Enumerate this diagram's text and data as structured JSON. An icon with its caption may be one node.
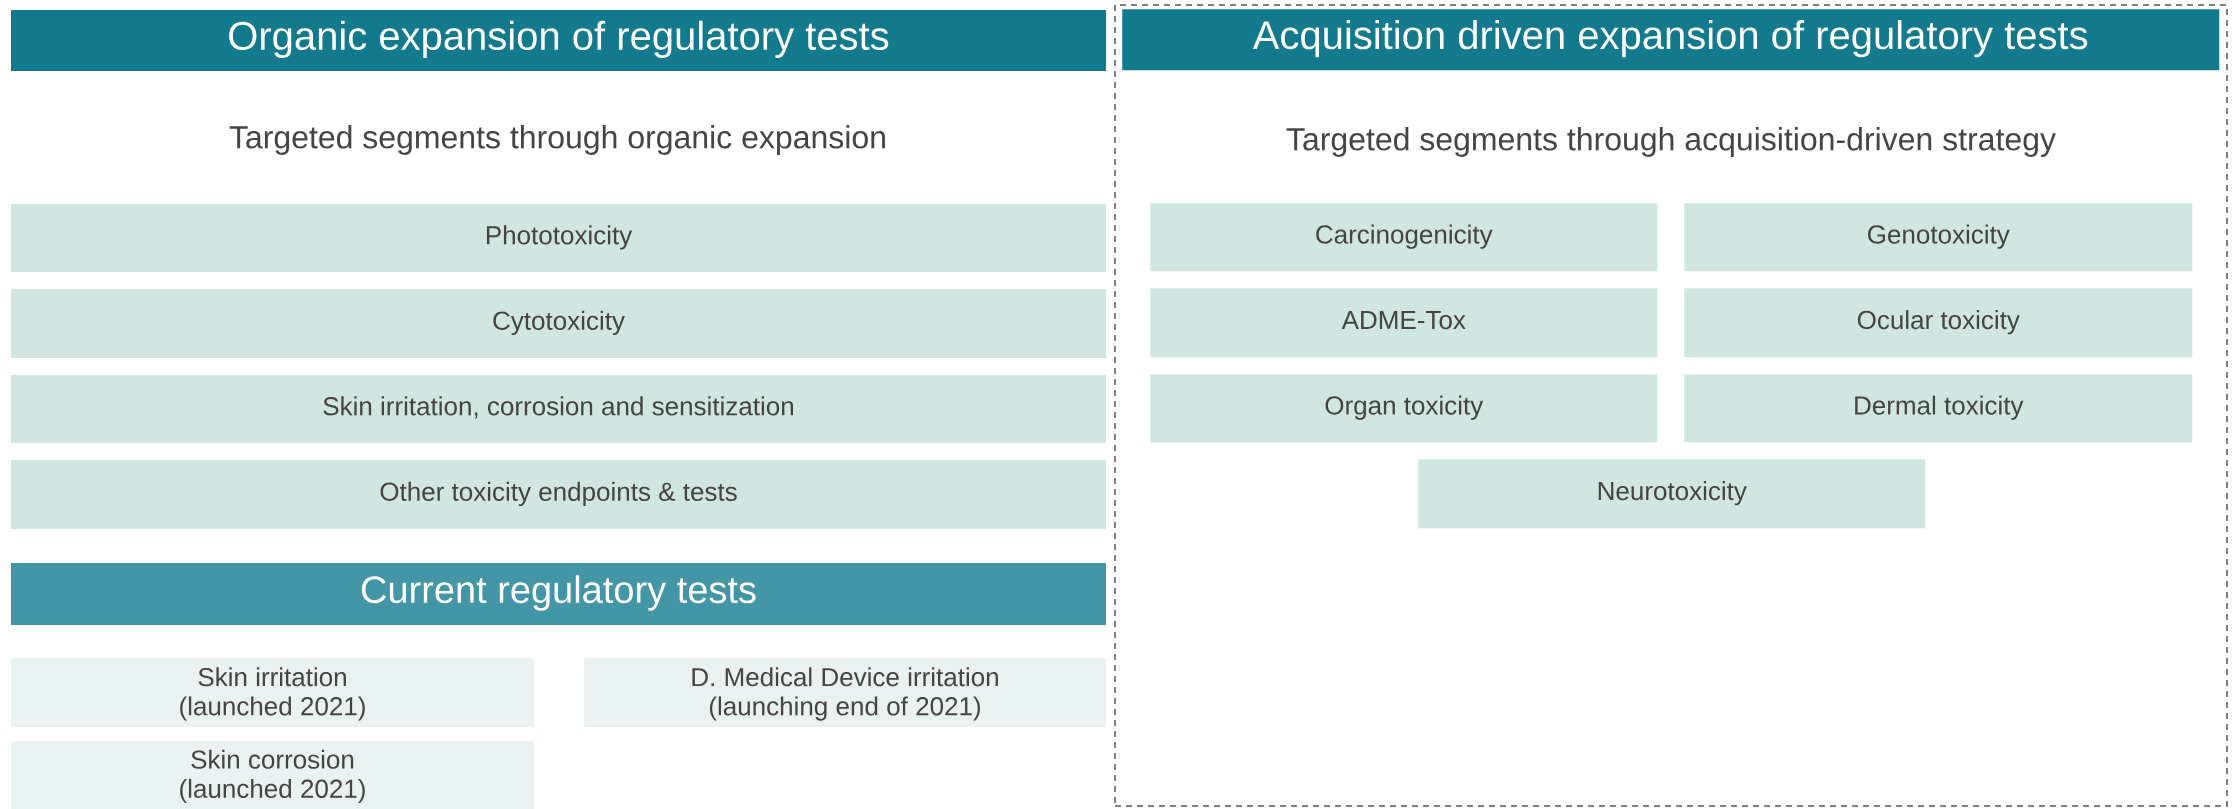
{
  "diagram": {
    "nodes": [
      {
        "text": [
          "Organic expansion of regulatory tests"
        ]
      },
      {
        "text": [
          "Phototoxicity"
        ]
      },
      {
        "text": [
          "Cytotoxicity"
        ]
      },
      {
        "text": [
          "Skin irritation, corrosion and sensitization"
        ]
      },
      {
        "text": [
          "Other toxicity endpoints & tests"
        ]
      },
      {
        "text": [
          "Current regulatory tests"
        ]
      },
      {
        "text": [
          "Skin irritation (launched 2021)"
        ]
      },
      {
        "text": [
          "D. Medical Device irritation (launching end of 2021)"
        ]
      },
      {
        "text": [
          "Skin corrosion (launched 2021)"
        ]
      },
      {
        "text": [],
        "shape": "box"
      },
      {
        "text": [
          "Acquisition driven expansion of regulatory tests"
        ],
        "in": 9
      },
      {
        "text": [
          "Carcinogenicity"
        ],
        "in": 9
      },
      {
        "text": [
          "Genotoxicity"
        ],
        "in": 9
      },
      {
        "text": [
          "ADME-Tox"
        ],
        "in": 9
      },
      {
        "text": [
          "Ocular toxicity"
        ],
        "in": 9
      },
      {
        "text": [
          "Organ toxicity"
        ],
        "in": 9
      },
      {
        "text": [
          "Dermal toxicity"
        ],
        "in": 9
      },
      {
        "text": [
          "Neurotoxicity"
        ],
        "in": 9
      }
    ],
    "labels": [
      "Targeted segments through organic expansion",
      "Targeted segments through acquisition-driven strategy"
    ]
  }
}
